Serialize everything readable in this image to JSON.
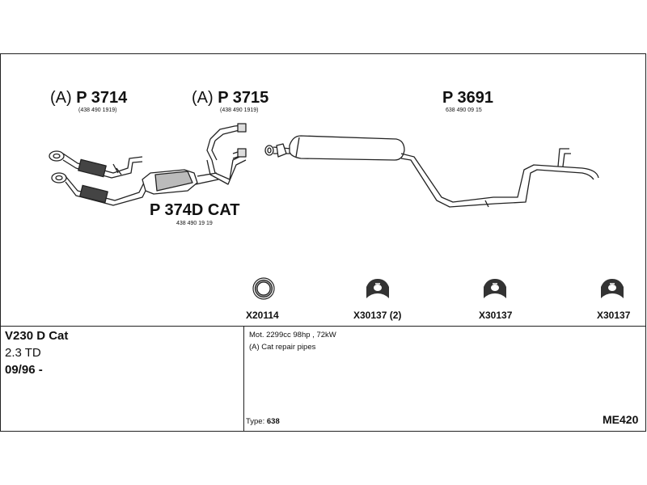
{
  "parts": [
    {
      "prefix": "(A)",
      "number": "P 3714",
      "ref": "(438 490 1919)"
    },
    {
      "prefix": "(A)",
      "number": "P 3715",
      "ref": "(438 490 1919)"
    },
    {
      "prefix": "",
      "number": "P 3691",
      "ref": "638 490 09 15"
    },
    {
      "prefix": "",
      "number": "P 374D CAT",
      "ref": "438 490 19 19"
    }
  ],
  "fittings": [
    {
      "label": "X20114",
      "icon": "clamp-ring-icon"
    },
    {
      "label": "X30137 (2)",
      "icon": "rubber-mount-icon"
    },
    {
      "label": "X30137",
      "icon": "rubber-mount-icon"
    },
    {
      "label": "X30137",
      "icon": "rubber-mount-icon"
    }
  ],
  "vehicle": {
    "model": "V230 D Cat",
    "engine": "2.3 TD",
    "date": "09/96 -"
  },
  "notes": {
    "engine_spec": "Mot. 2299cc 98hp , 72kW",
    "footnote": "(A) Cat repair pipes"
  },
  "type": {
    "label": "Type:",
    "value": "638"
  },
  "diagram_code": "ME420"
}
